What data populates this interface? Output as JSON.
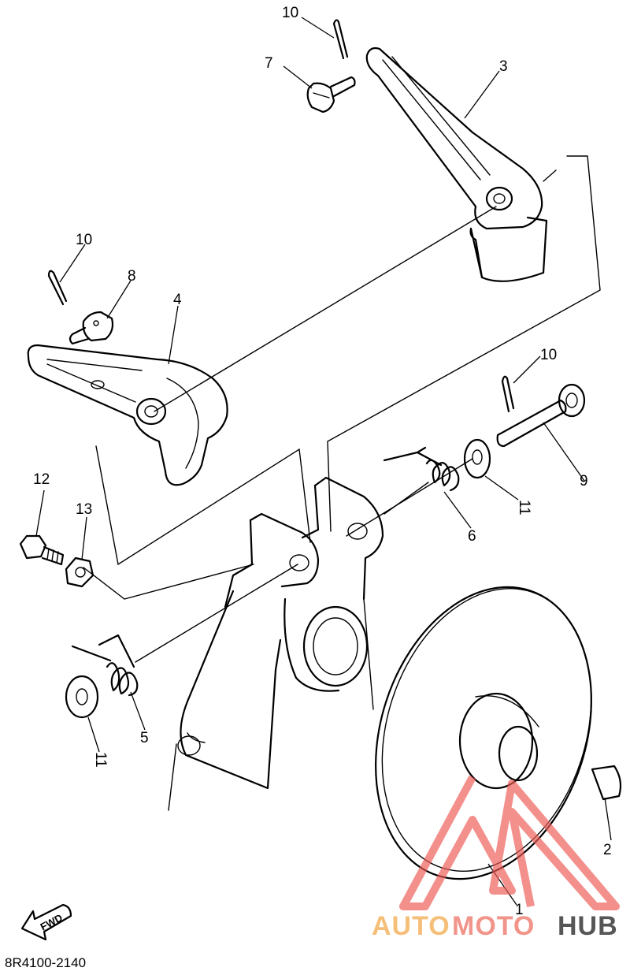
{
  "diagram": {
    "callouts": [
      {
        "id": "c10a",
        "label": "10"
      },
      {
        "id": "c7",
        "label": "7"
      },
      {
        "id": "c3",
        "label": "3"
      },
      {
        "id": "c10b",
        "label": "10"
      },
      {
        "id": "c8",
        "label": "8"
      },
      {
        "id": "c4",
        "label": "4"
      },
      {
        "id": "c10c",
        "label": "10"
      },
      {
        "id": "c9",
        "label": "9"
      },
      {
        "id": "c11a",
        "label": "11"
      },
      {
        "id": "c6",
        "label": "6"
      },
      {
        "id": "c12",
        "label": "12"
      },
      {
        "id": "c13",
        "label": "13"
      },
      {
        "id": "c5",
        "label": "5"
      },
      {
        "id": "c11b",
        "label": "11"
      },
      {
        "id": "c2",
        "label": "2"
      },
      {
        "id": "c1",
        "label": "1"
      }
    ],
    "fwd_label": "FWD",
    "drawing_code": "8R4100-2140"
  },
  "watermark": {
    "word_auto": "AUTO",
    "word_moto": "MOTO",
    "word_hub": "HUB",
    "colors": {
      "auto": "#f5b96b",
      "moto": "#f08a7e",
      "hub": "#444444",
      "triangle": "#ee5b56"
    }
  }
}
